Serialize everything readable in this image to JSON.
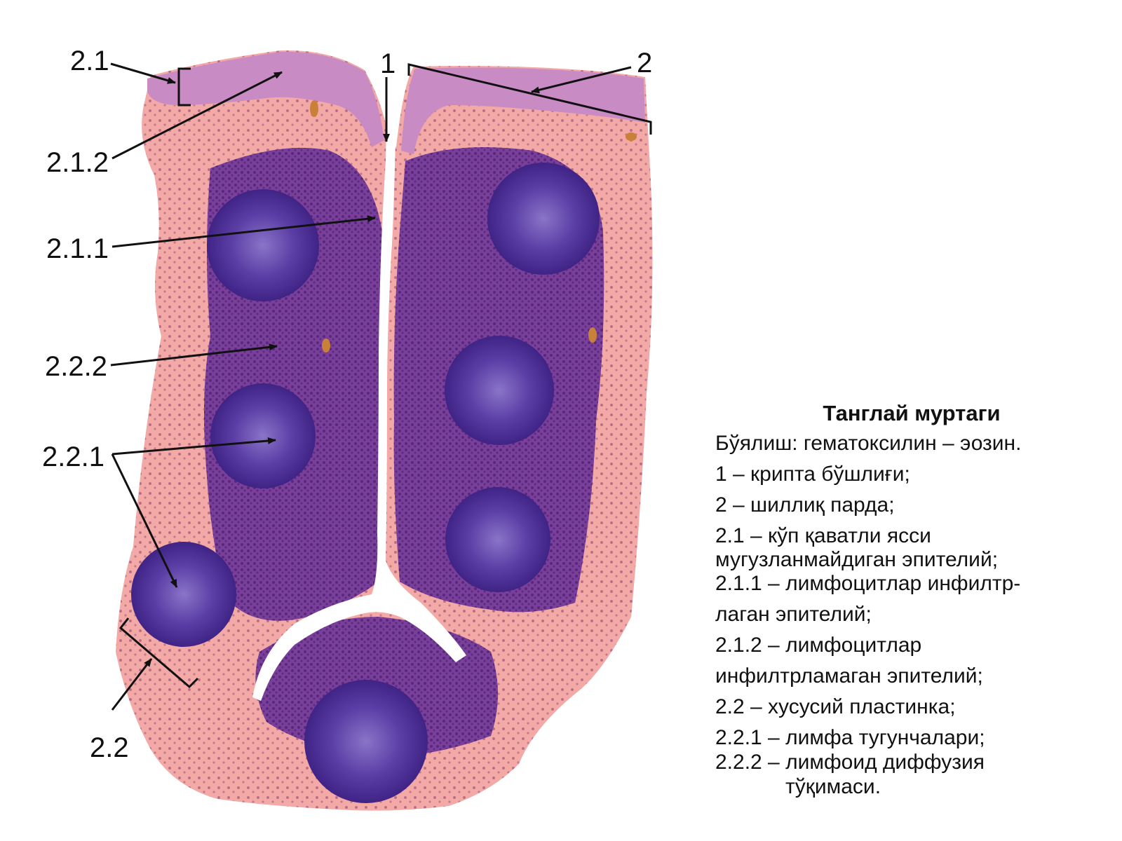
{
  "labels": {
    "l_2_1": "2.1",
    "l_2_1_2": "2.1.2",
    "l_2_1_1": "2.1.1",
    "l_2_2_2": "2.2.2",
    "l_2_2_1": "2.2.1",
    "l_2_2": "2.2",
    "l_1": "1",
    "l_2": "2"
  },
  "legend": {
    "title": "Танглай муртаги",
    "stain": "Бўялиш: гематоксилин – эозин.",
    "items": [
      "1 – крипта бўшлиғи;",
      "2 – шиллиқ парда;",
      "2.1 – кўп  қаватли ясси",
      "мугузланмайдиган эпителий;",
      "2.1.1 – лимфоцитлар инфилтр-",
      "лаган эпителий;",
      "2.1.2 – лимфоцитлар",
      "инфилтрламаган эпителий;",
      "2.2 – хусусий пластинка;",
      "2.2.1 – лимфа тугунчалари;",
      "2.2.2 – лимфоид диффузия",
      "тўқимаси."
    ]
  },
  "colors": {
    "stroma": "#f3a9a6",
    "stroma_light": "#f8c4c2",
    "epithelium": "#c98bc4",
    "infiltrate": "#7a3f9a",
    "nodule": "#4d2f95",
    "nodule_center": "#8a74c8",
    "crypt": "#ffffff",
    "ink": "#111111"
  }
}
